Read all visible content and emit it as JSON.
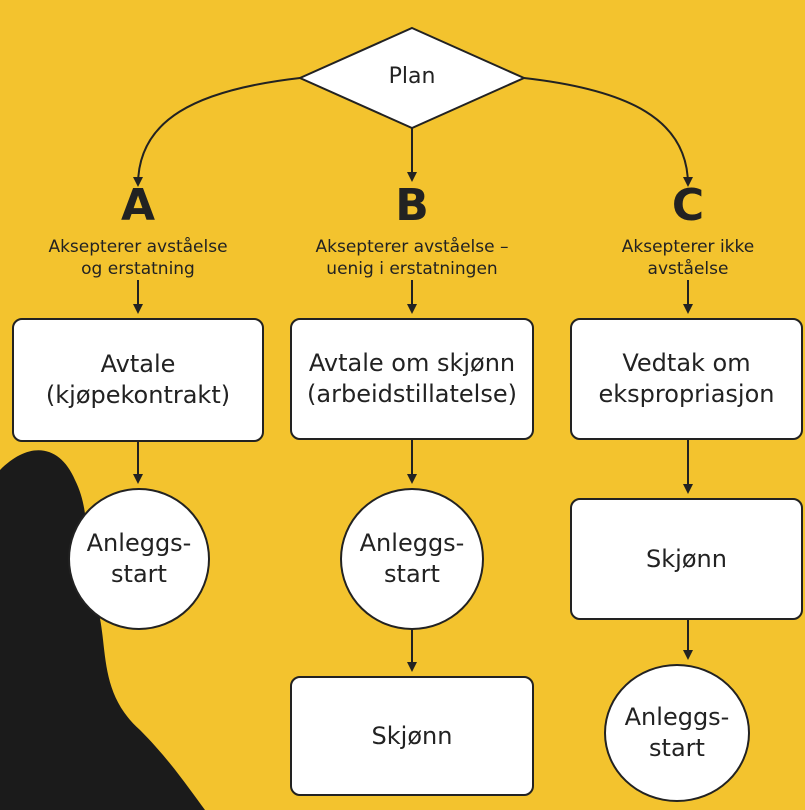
{
  "colors": {
    "background": "#f3c32e",
    "box": "#ffffff",
    "stroke": "#222222",
    "silhouette": "#1b1b1b"
  },
  "diagram": {
    "start": "Plan",
    "branches": [
      {
        "letter": "A",
        "caption": "Aksepterer avståelse\nog erstatning",
        "steps": [
          "Avtale\n(kjøpekontrakt)",
          "Anleggs-\nstart"
        ]
      },
      {
        "letter": "B",
        "caption": "Aksepterer avståelse –\nuenig i erstatningen",
        "steps": [
          "Avtale om skjønn\n(arbeidstillatelse)",
          "Anleggs-\nstart",
          "Skjønn"
        ]
      },
      {
        "letter": "C",
        "caption": "Aksepterer ikke\navståelse",
        "steps": [
          "Vedtak om\nekspropriasjon",
          "Skjønn",
          "Anleggs-\nstart"
        ]
      }
    ]
  }
}
